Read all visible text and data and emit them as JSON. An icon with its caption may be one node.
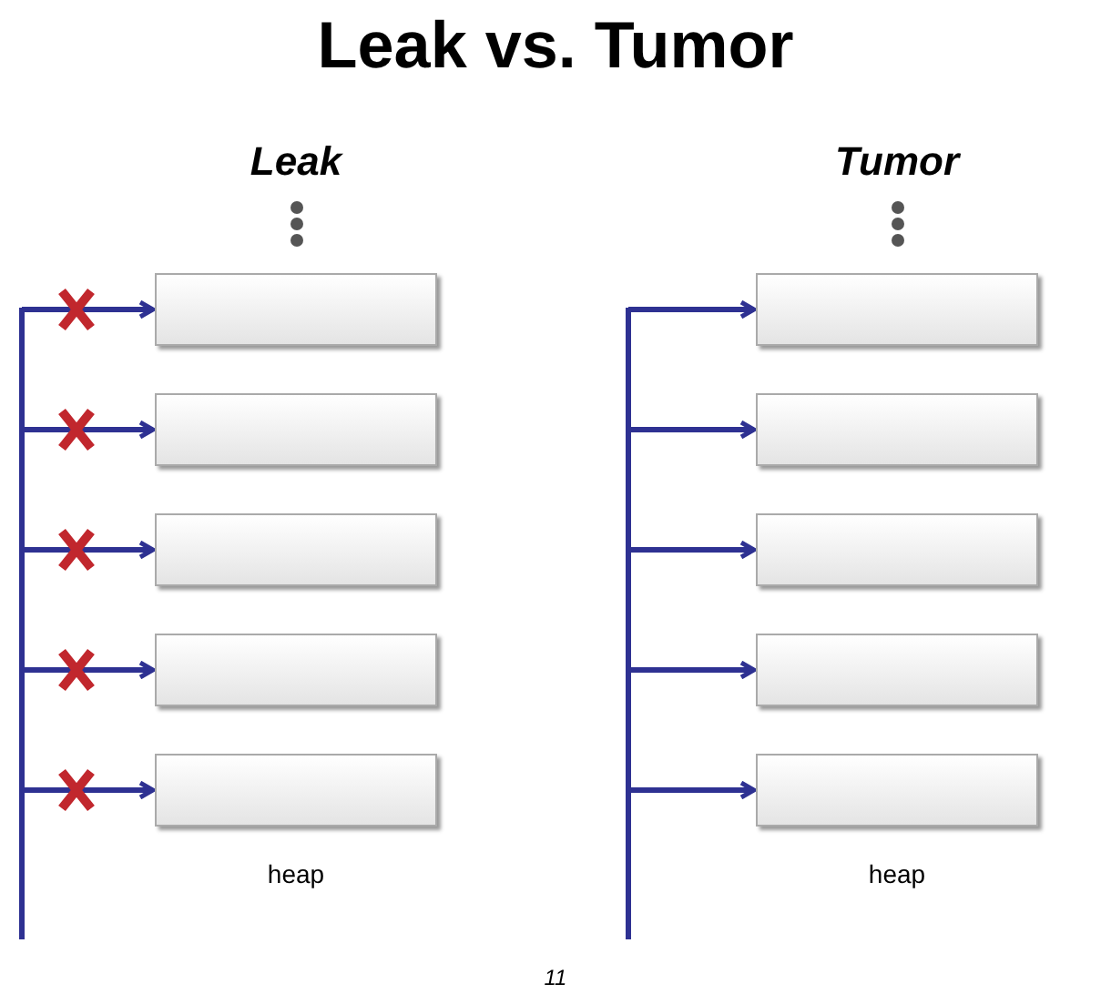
{
  "diagram": {
    "title": "Leak vs. Tumor",
    "nodes": [
      {
        "text": [],
        "shape": "box"
      },
      {
        "text": [],
        "shape": "box"
      },
      {
        "text": [],
        "shape": "box"
      },
      {
        "text": [],
        "shape": "box"
      },
      {
        "text": [],
        "shape": "box"
      },
      {
        "text": [],
        "shape": "box"
      },
      {
        "text": [],
        "shape": "box"
      },
      {
        "text": [],
        "shape": "box"
      },
      {
        "text": [],
        "shape": "box"
      },
      {
        "text": [],
        "shape": "box"
      }
    ],
    "edges": [
      {
        "from": null,
        "to": 0,
        "arrow": "to"
      },
      {
        "from": null,
        "to": 1,
        "arrow": "to"
      },
      {
        "from": null,
        "to": 2,
        "arrow": "to"
      },
      {
        "from": null,
        "to": 3,
        "arrow": "to"
      },
      {
        "from": null,
        "to": 4,
        "arrow": "to"
      },
      {
        "from": null,
        "to": 5,
        "arrow": "to"
      },
      {
        "from": null,
        "to": 6,
        "arrow": "to"
      },
      {
        "from": null,
        "to": 7,
        "arrow": "to"
      },
      {
        "from": null,
        "to": 8,
        "arrow": "to"
      },
      {
        "from": null,
        "to": 9,
        "arrow": "to"
      }
    ],
    "labels": [
      "Leak",
      "Tumor",
      "heap",
      "heap",
      "11"
    ]
  }
}
